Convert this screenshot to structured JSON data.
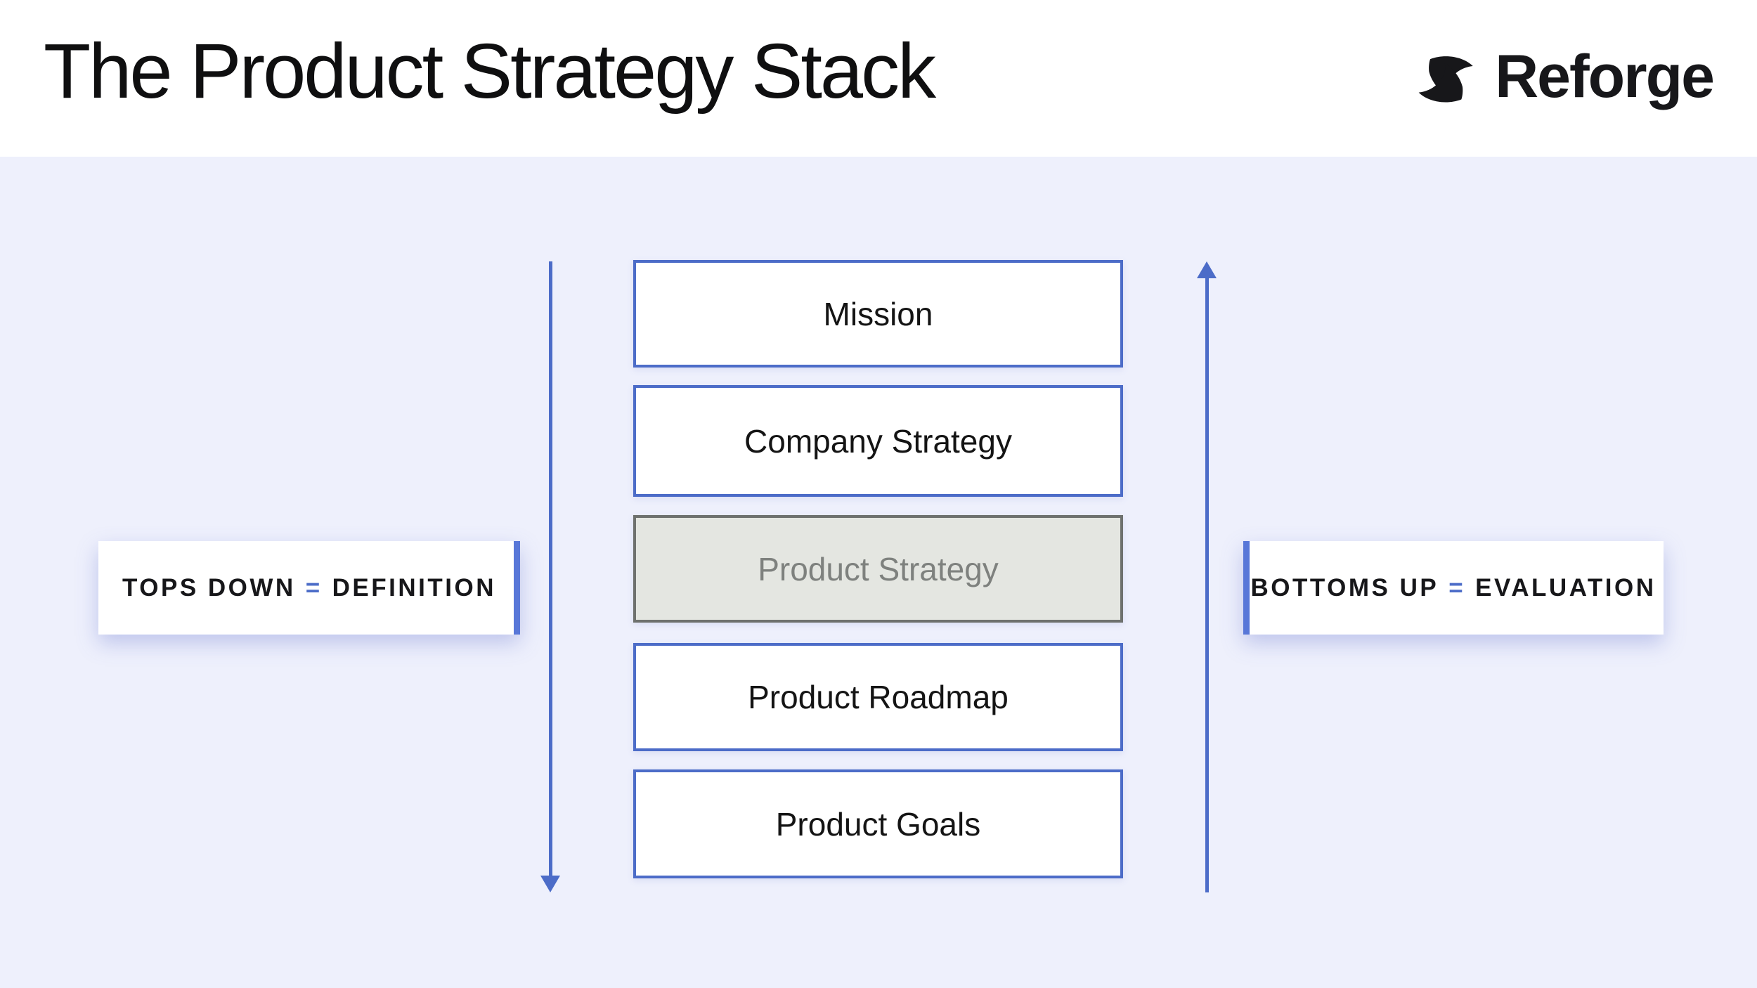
{
  "header": {
    "title": "The Product Strategy Stack",
    "brand": "Reforge"
  },
  "stack": {
    "items": [
      {
        "label": "Mission",
        "state": "default"
      },
      {
        "label": "Company Strategy",
        "state": "default"
      },
      {
        "label": "Product Strategy",
        "state": "inactive-gray"
      },
      {
        "label": "Product Roadmap",
        "state": "default"
      },
      {
        "label": "Product Goals",
        "state": "default"
      }
    ]
  },
  "annotations": {
    "left": {
      "term": "TOPS DOWN",
      "equals": "=",
      "meaning": "DEFINITION",
      "arrow_direction": "down"
    },
    "right": {
      "term": "BOTTOMS UP",
      "equals": "=",
      "meaning": "EVALUATION",
      "arrow_direction": "up"
    }
  },
  "colors": {
    "header_background": "#FFFFFF",
    "body_background": "#EEF0FC",
    "accent_blue": "#4C6CC8",
    "edge_bar_blue": "#5877D8",
    "box_fill": "#FFFFFF",
    "gray_box_border": "#6E716E",
    "gray_box_fill": "#E4E6E1",
    "gray_box_text": "#7E817E",
    "text_color": "#141414"
  }
}
